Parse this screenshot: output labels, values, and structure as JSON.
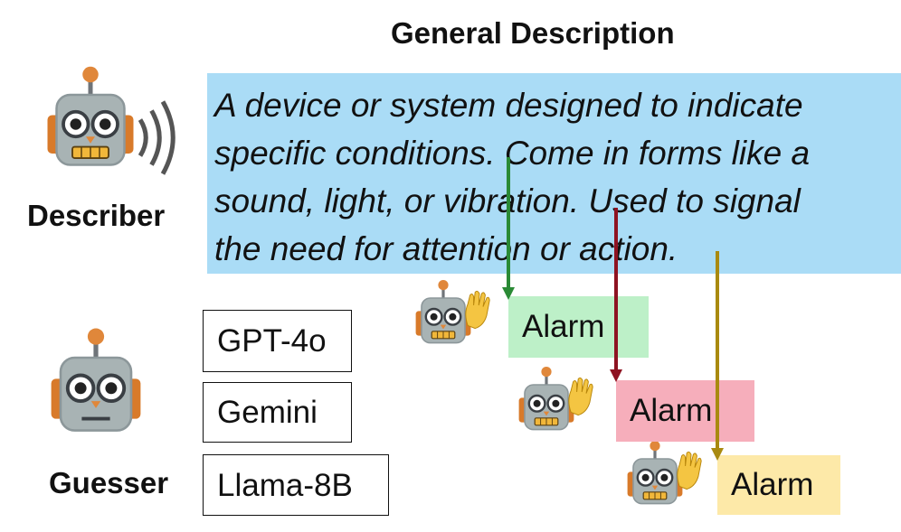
{
  "title": "General Description",
  "description_lines": [
    "A device or system designed to indicate",
    "specific conditions. Come in forms like a",
    "sound, light, or vibration. Used to signal",
    "the need for attention or action."
  ],
  "describer": {
    "label": "Describer",
    "icon": "robot-speaking-icon"
  },
  "guesser": {
    "label": "Guesser",
    "icon": "robot-neutral-icon"
  },
  "models": [
    "GPT-4o",
    "Gemini",
    "Llama-8B"
  ],
  "guesses": [
    {
      "text": "Alarm",
      "fill": "#bdf0c8",
      "arrow": "#2a8a35"
    },
    {
      "text": "Alarm",
      "fill": "#f6aebb",
      "arrow": "#8e1322"
    },
    {
      "text": "Alarm",
      "fill": "#fde9a8",
      "arrow": "#a98a10"
    }
  ]
}
